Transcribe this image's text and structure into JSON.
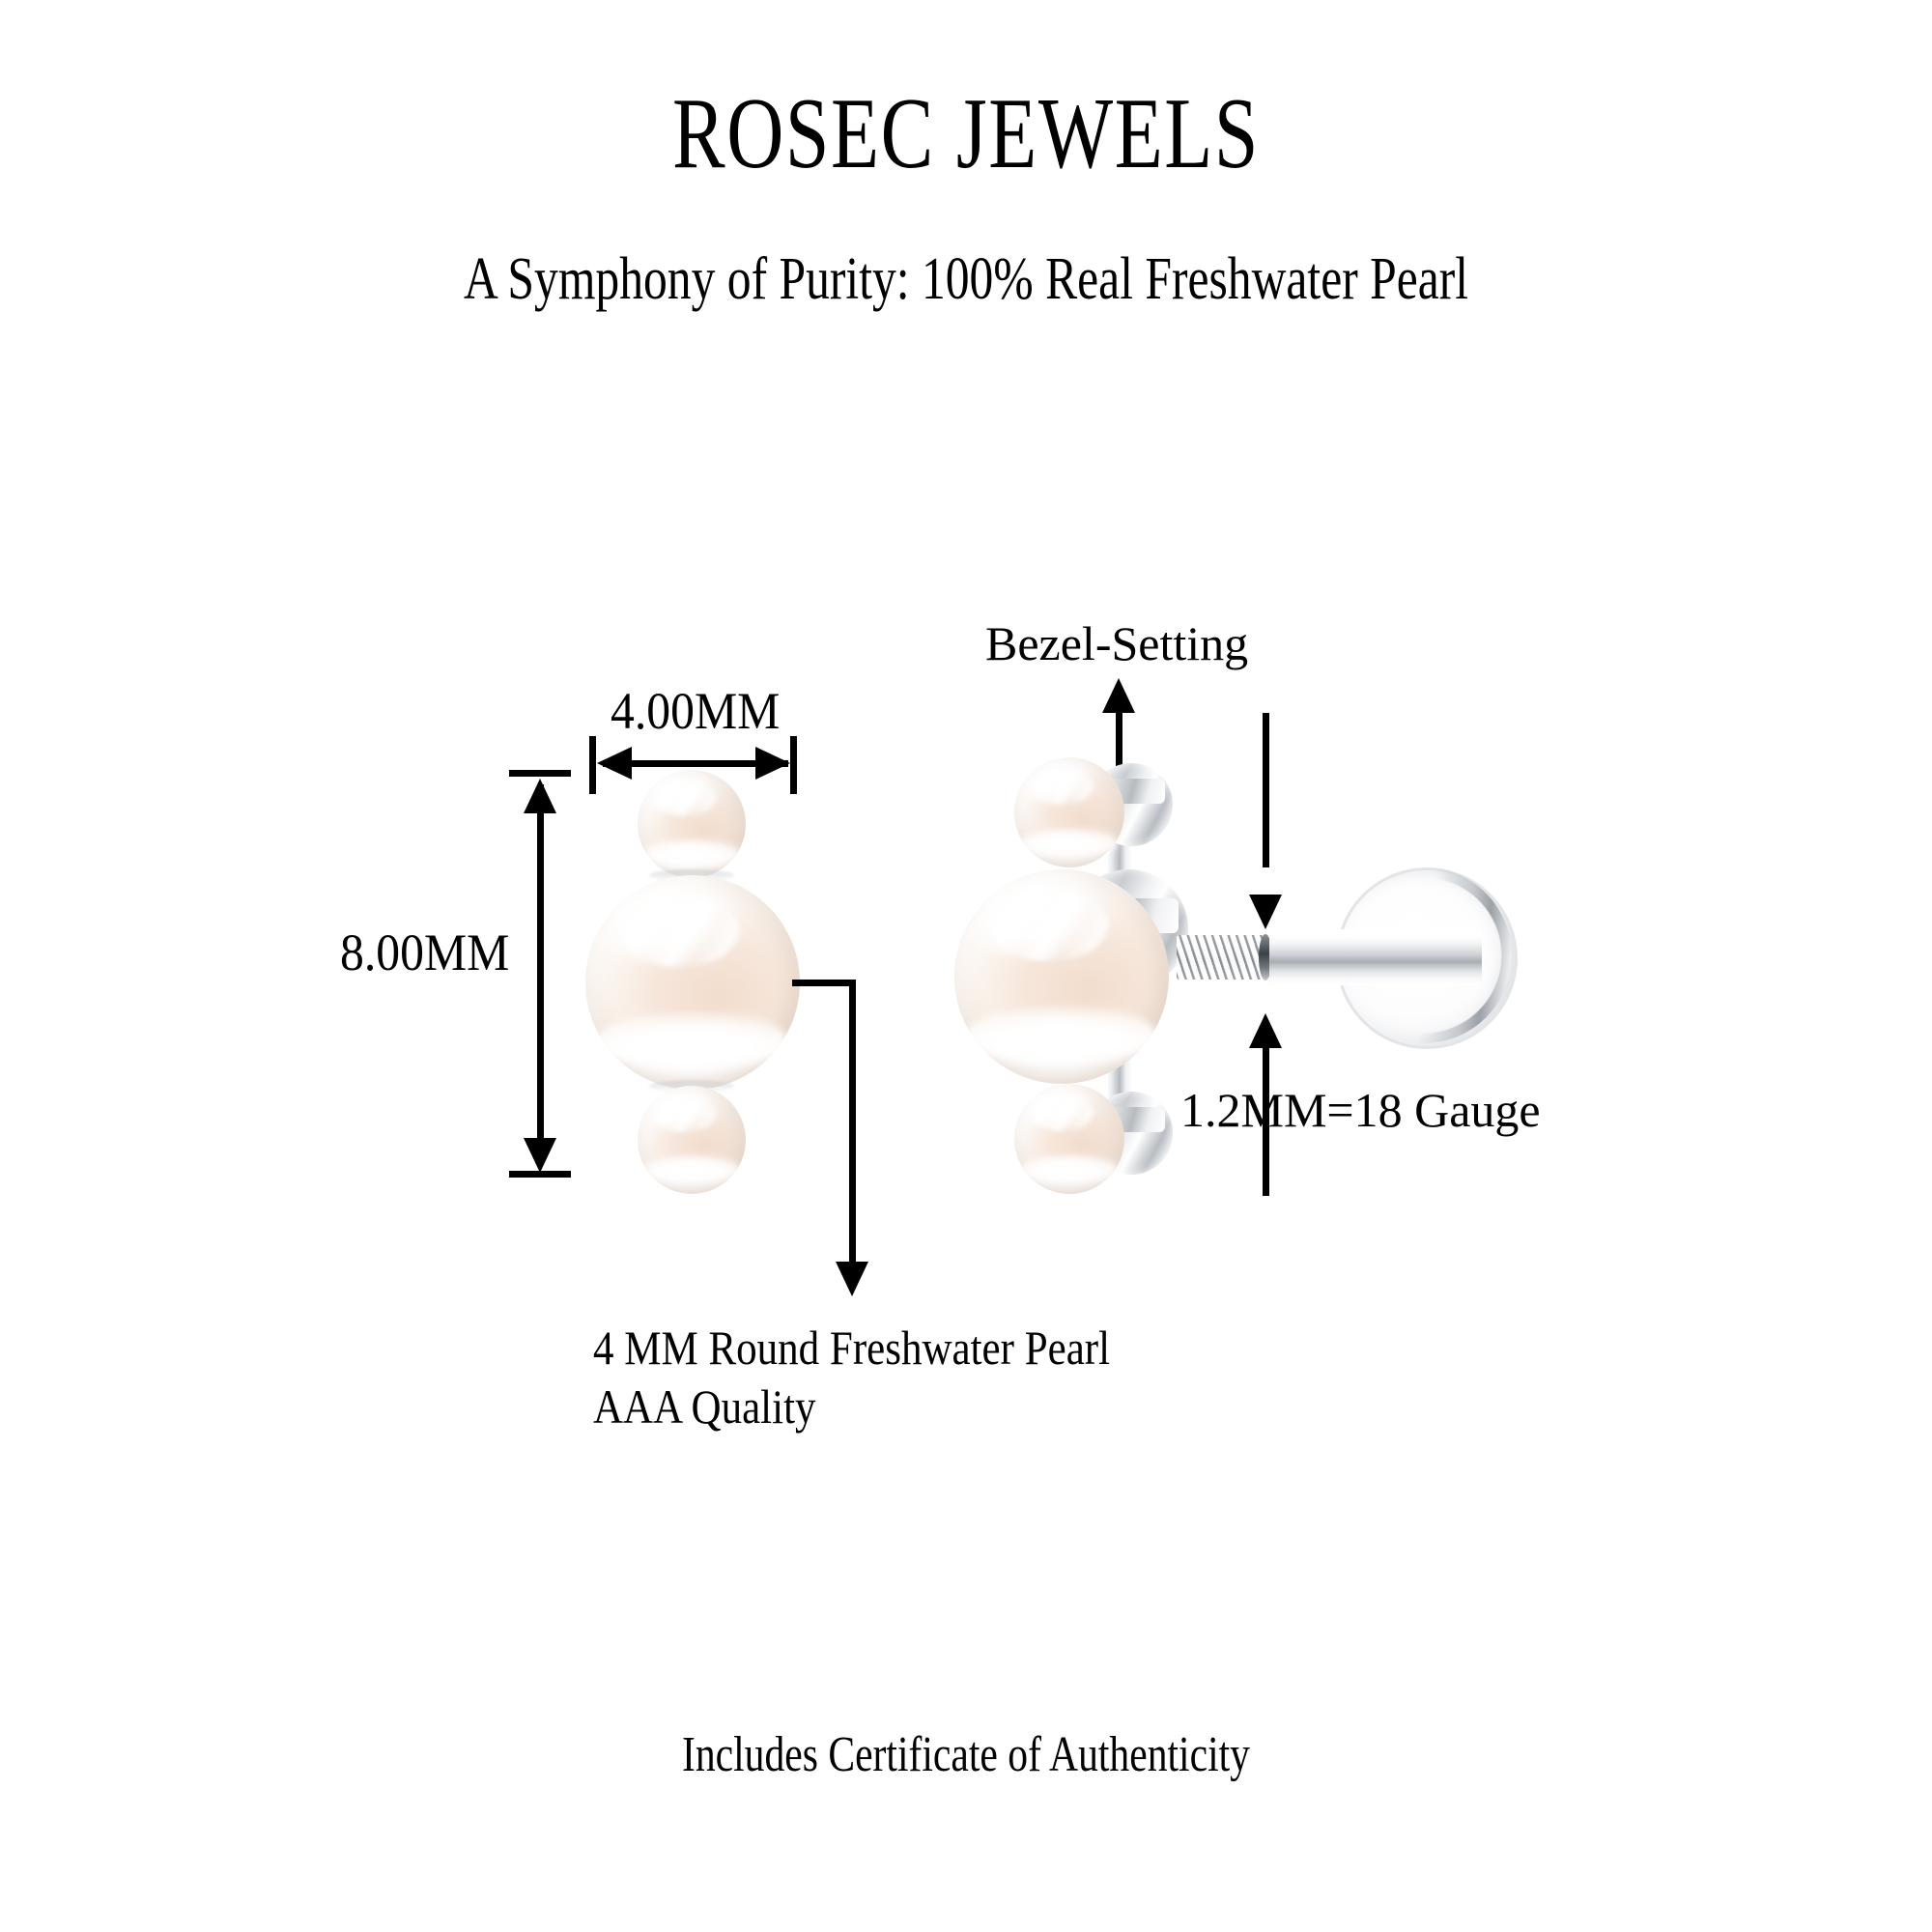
{
  "page": {
    "background_color": "#ffffff",
    "text_color": "#000000",
    "metal_color": "#c9ccd0",
    "pearl_color": "#f4e7dc"
  },
  "header": {
    "brand": "ROSEC JEWELS",
    "tagline": "A Symphony of Purity: 100% Real Freshwater Pearl"
  },
  "footer": {
    "note": "Includes Certificate of Authenticity"
  },
  "diagram_left": {
    "name": "front-view",
    "width_dimension": "4.00MM",
    "height_dimension": "8.00MM",
    "callout_line1": "4 MM Round Freshwater Pearl",
    "callout_line2": "AAA Quality",
    "pearls": [
      {
        "position": "top",
        "size_mm": 4
      },
      {
        "position": "center",
        "size_mm": 8
      },
      {
        "position": "bottom",
        "size_mm": 4
      }
    ]
  },
  "diagram_right": {
    "name": "side-view",
    "setting_label": "Bezel-Setting",
    "gauge_label": "1.2MM=18 Gauge",
    "post_type": "flat-back-labret",
    "pearls": [
      {
        "position": "top",
        "size_mm": 4
      },
      {
        "position": "center",
        "size_mm": 8
      },
      {
        "position": "bottom",
        "size_mm": 4
      }
    ]
  }
}
